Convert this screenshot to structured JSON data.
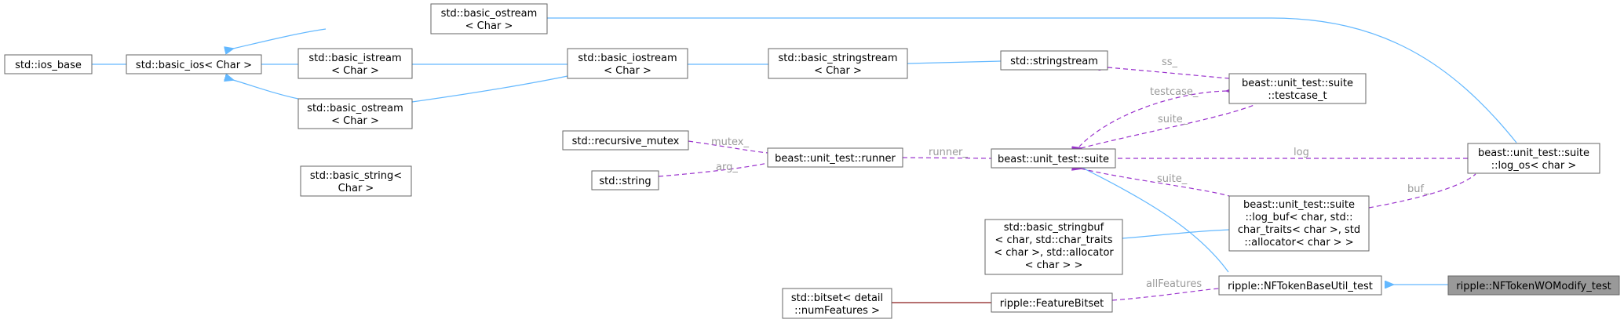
{
  "nodes": {
    "ios_base": {
      "lines": [
        "std::ios_base"
      ]
    },
    "basic_ios": {
      "lines": [
        "std::basic_ios< Char >"
      ]
    },
    "ostream_top": {
      "lines": [
        "std::basic_ostream",
        "< Char >"
      ]
    },
    "istream": {
      "lines": [
        "std::basic_istream",
        "< Char >"
      ]
    },
    "ostream_mid": {
      "lines": [
        "std::basic_ostream",
        "< Char >"
      ]
    },
    "iostream": {
      "lines": [
        "std::basic_iostream",
        "< Char >"
      ]
    },
    "stringstream_t": {
      "lines": [
        "std::basic_stringstream",
        "< Char >"
      ]
    },
    "stringstream": {
      "lines": [
        "std::stringstream"
      ]
    },
    "testcase": {
      "lines": [
        "beast::unit_test::suite",
        "::testcase_t"
      ]
    },
    "log_os": {
      "lines": [
        "beast::unit_test::suite",
        "::log_os< char >"
      ]
    },
    "recursive_mutex": {
      "lines": [
        "std::recursive_mutex"
      ]
    },
    "basic_string": {
      "lines": [
        "std::basic_string<",
        "Char >"
      ]
    },
    "string": {
      "lines": [
        "std::string"
      ]
    },
    "runner": {
      "lines": [
        "beast::unit_test::runner"
      ]
    },
    "suite": {
      "lines": [
        "beast::unit_test::suite"
      ]
    },
    "log_buf": {
      "lines": [
        "beast::unit_test::suite",
        "::log_buf< char, std::",
        "char_traits< char >, std",
        "::allocator< char > >"
      ]
    },
    "stringbuf": {
      "lines": [
        "std::basic_stringbuf",
        "< char, std::char_traits",
        "< char >, std::allocator",
        "< char > >"
      ]
    },
    "bitset": {
      "lines": [
        "std::bitset< detail",
        "::numFeatures >"
      ]
    },
    "featurebitset": {
      "lines": [
        "ripple::FeatureBitset"
      ]
    },
    "nftbase": {
      "lines": [
        "ripple::NFTokenBaseUtil_test"
      ]
    },
    "nftwo": {
      "lines": [
        "ripple::NFTokenWOModify_test"
      ]
    }
  },
  "edge_labels": {
    "ss": "ss_",
    "testcase": "testcase_",
    "suite_tc": "suite_",
    "mutex": "mutex_",
    "arg": "arg_",
    "runner": "runner_",
    "log": "log",
    "suite_lb": "suite_",
    "buf": "buf_",
    "allfeatures": "allFeatures"
  },
  "colors": {
    "inheritance": "#63b8ff",
    "usage": "#9a32cd",
    "template": "#8b1a1a",
    "label": "#9a9a9a",
    "highlight": "#999999"
  }
}
